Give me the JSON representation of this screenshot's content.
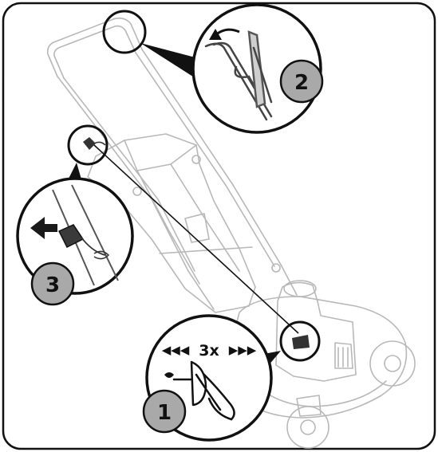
{
  "steps": [
    {
      "number": "1",
      "caption": "pull-starter"
    },
    {
      "number": "2",
      "caption": "release-brake-lever"
    },
    {
      "number": "3",
      "caption": "unplug-spark-connector"
    }
  ],
  "step1": {
    "left_arrows": "◀◀◀",
    "count": "3x",
    "right_arrows": "▶▶▶"
  },
  "colors": {
    "outline": "#111111",
    "mower_ghost": "#b8b8b8",
    "badge_fill": "#a9a9a9",
    "arrow_fill": "#1a1a1a"
  }
}
